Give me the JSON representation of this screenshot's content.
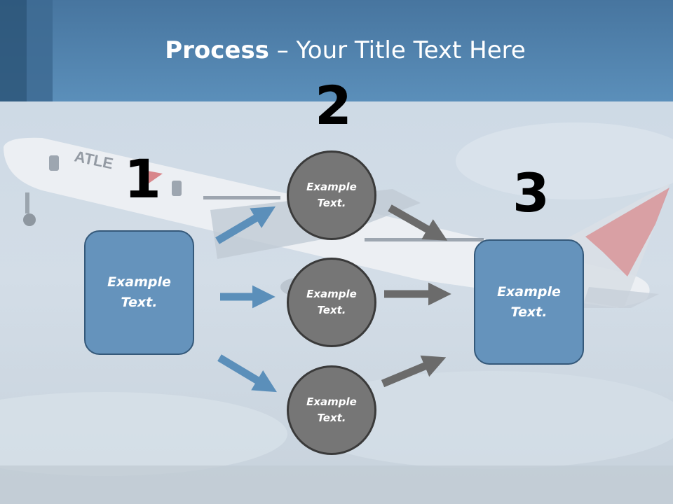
{
  "slide": {
    "title_bold": "Process",
    "title_rest": " – Your Title Text Here"
  },
  "steps": {
    "step1_number": "1",
    "step2_number": "2",
    "step3_number": "3"
  },
  "boxes": {
    "left": {
      "line1": "Example",
      "line2": "Text."
    },
    "right": {
      "line1": "Example",
      "line2": "Text."
    }
  },
  "circles": [
    {
      "line1": "Example",
      "line2": "Text."
    },
    {
      "line1": "Example",
      "line2": "Text."
    },
    {
      "line1": "Example",
      "line2": "Text."
    }
  ],
  "background_art": {
    "tail_livery": "Δ",
    "fuselage_lettering": "ATLE"
  },
  "colors": {
    "header": "#5b8fba",
    "box_fill": "#6593bc",
    "box_border": "#35597a",
    "circle_fill": "#767676",
    "circle_border": "#3a3a3a",
    "blue_arrow": "#5b8fba",
    "gray_arrow": "#6b6b6b"
  }
}
